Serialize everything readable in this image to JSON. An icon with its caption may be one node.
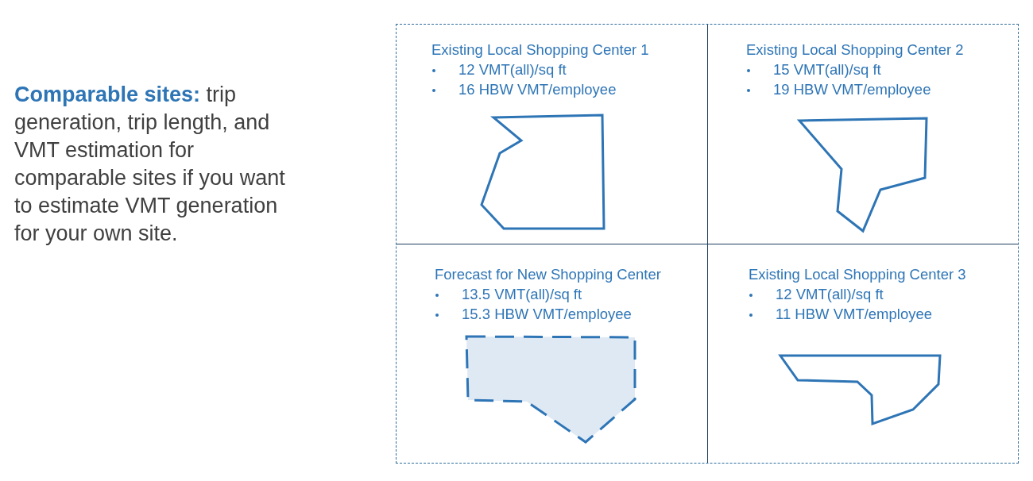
{
  "diagram": {
    "nodes": [
      {
        "text": [
          "Existing Local Shopping Center 1",
          "12 VMT(all)/sq ft",
          "16 HBW VMT/employee"
        ]
      },
      {
        "text": [
          "Existing Local Shopping Center 2",
          "15 VMT(all)/sq ft",
          "19 HBW VMT/employee"
        ]
      },
      {
        "text": [
          "Forecast for New Shopping Center",
          "13.5 VMT(all)/sq ft",
          "15.3 HBW VMT/employee"
        ]
      },
      {
        "text": [
          "Existing Local Shopping Center 3",
          "12 VMT(all)/sq ft",
          "11 HBW VMT/employee"
        ]
      }
    ],
    "labels": [
      "**Comparable sites:** trip generation, trip length, and VMT estimation for comparable sites if you want to estimate VMT generation for your own site."
    ]
  }
}
